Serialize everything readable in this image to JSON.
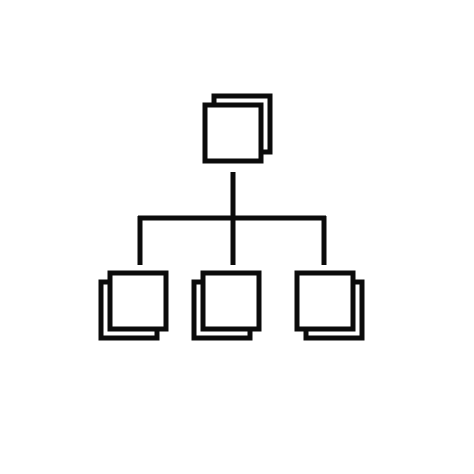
{
  "diagram": {
    "kind": "hierarchy",
    "stroke_color": "#0b0b0b",
    "background_color": "#ffffff",
    "root": {
      "icon": "stacked-squares-icon",
      "layers": 2
    },
    "children": [
      {
        "icon": "stacked-squares-icon",
        "layers": 2,
        "offset_side": "left"
      },
      {
        "icon": "stacked-squares-icon",
        "layers": 2,
        "offset_side": "left"
      },
      {
        "icon": "stacked-squares-icon",
        "layers": 2,
        "offset_side": "right"
      }
    ],
    "connectors": {
      "root_to_bus": true,
      "bus_drops": 3
    }
  }
}
